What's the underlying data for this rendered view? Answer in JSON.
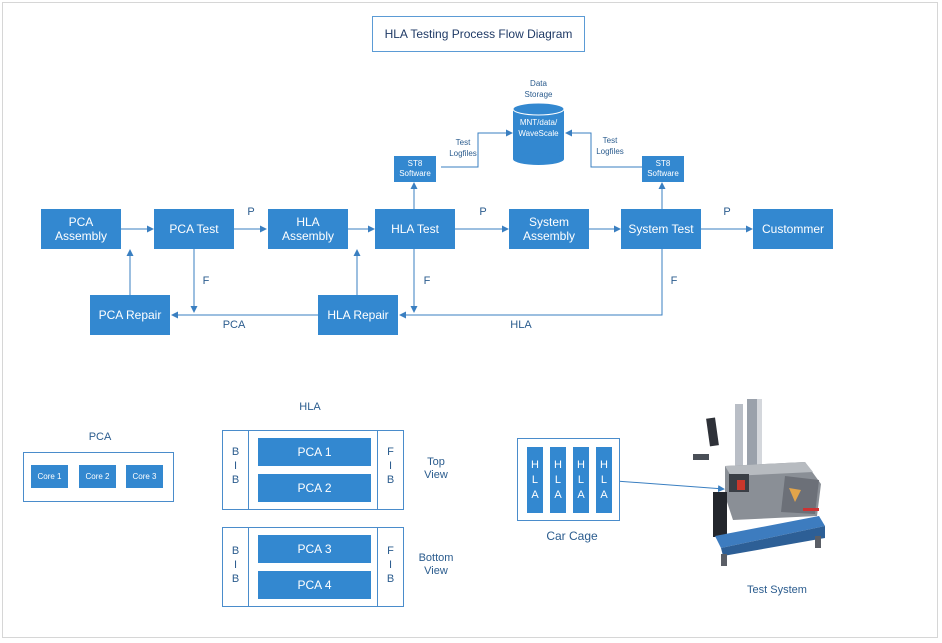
{
  "diagram": {
    "title": "HLA Testing Process Flow Diagram",
    "nodes": {
      "pca_assembly": "PCA\nAssembly",
      "pca_test": "PCA Test",
      "hla_assembly": "HLA\nAssembly",
      "hla_test": "HLA Test",
      "system_assembly": "System\nAssembly",
      "system_test": "System Test",
      "customer": "Custommer",
      "pca_repair": "PCA Repair",
      "hla_repair": "HLA Repair",
      "st8_left": "ST8\nSoftware",
      "st8_right": "ST8\nSoftware",
      "storage_content": "MNT/data/\nWaveScale",
      "storage_label": "Data\nStorage"
    },
    "labels": {
      "p1": "P",
      "p2": "P",
      "p3": "P",
      "f1": "F",
      "f2": "F",
      "f3": "F",
      "pca": "PCA",
      "hla": "HLA",
      "test_logfiles_left": "Test\nLogfiles",
      "test_logfiles_right": "Test\nLogfiles"
    }
  },
  "pca_detail": {
    "title": "PCA",
    "cores": [
      "Core 1",
      "Core 2",
      "Core 3"
    ]
  },
  "hla_detail": {
    "title": "HLA",
    "top": {
      "left": "B\nI\nB",
      "right": "F\nI\nB",
      "items": [
        "PCA 1",
        "PCA 2"
      ],
      "caption": "Top\nView"
    },
    "bottom": {
      "left": "B\nI\nB",
      "right": "F\nI\nB",
      "items": [
        "PCA 3",
        "PCA 4"
      ],
      "caption": "Bottom\nView"
    }
  },
  "car_cage": {
    "slots": [
      "H\nL\nA",
      "H\nL\nA",
      "H\nL\nA",
      "H\nL\nA"
    ],
    "caption": "Car Cage"
  },
  "test_system": {
    "caption": "Test System"
  },
  "colors": {
    "box_fill": "#3388d0",
    "line": "#3a7fc1",
    "text": "#2b5c8e"
  }
}
